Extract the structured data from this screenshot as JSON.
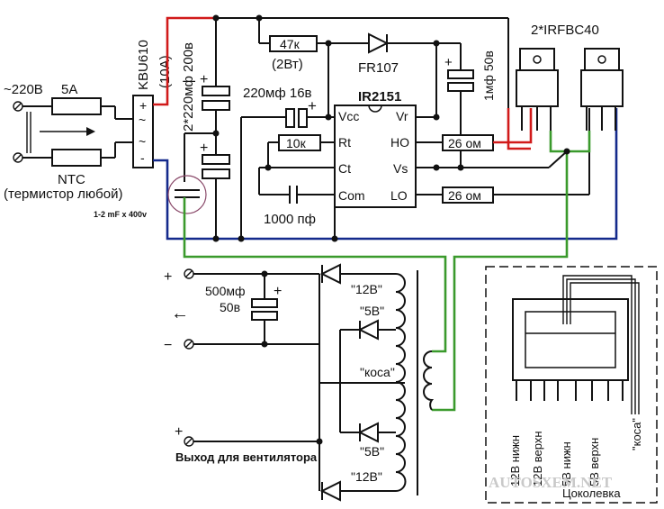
{
  "colors": {
    "line": "#111111",
    "hv_positive": "#d11a1a",
    "hv_negative": "#142a8c",
    "gate_wires": "#3a9a2c",
    "ntc_cap_circle": "#8a4a6a"
  },
  "input": {
    "mains_label": "~220В",
    "fuse_label": "5A",
    "ntc_label": "NTC",
    "ntc_note": "(термистор любой)"
  },
  "bridge": {
    "part": "KBU610",
    "rating": "(10A)",
    "plus": "+",
    "tilde": "~",
    "minus": "-"
  },
  "bulk_caps": {
    "label": "2*220мф 200в",
    "plus": "+"
  },
  "film_cap_note": "1-2 mF x 400v",
  "resistor_47k": {
    "value": "47к",
    "power": "(2Вт)"
  },
  "diode_fr107": "FR107",
  "cap_1mf": {
    "label": "1мф 50в",
    "plus": "+"
  },
  "cap_220mf": {
    "label": "220мф 16в",
    "plus": "+"
  },
  "ic": {
    "name": "IR2151",
    "pins_left": [
      "Vcc",
      "Rt",
      "Ct",
      "Com"
    ],
    "pins_right": [
      "Vr",
      "HO",
      "Vs",
      "LO"
    ]
  },
  "resistor_10k": "10к",
  "cap_1000pf": "1000 пф",
  "gate_resistors": [
    "26 ом",
    "26 ом"
  ],
  "mosfets_label": "2*IRFBC40",
  "output": {
    "plus": "+",
    "minus": "−",
    "arrow_hint": "←",
    "cap_label": "500мф",
    "cap_voltage": "50в",
    "cap_plus": "+",
    "tap_12v_top": "\"12В\"",
    "tap_5v_top": "\"5В\"",
    "tap_kosa": "\"коса\"",
    "tap_5v_bottom": "\"5В\"",
    "tap_12v_bottom": "\"12В\"",
    "fan_plus": "+",
    "fan_label": "Выход для вентилятора"
  },
  "pinout": {
    "title": "Цоколевка",
    "pins": [
      "12В нижн",
      "12В верхн",
      "5В нижн",
      "5В верхн",
      "\"коса\""
    ]
  },
  "watermark": "AUTOSXEM.NET"
}
